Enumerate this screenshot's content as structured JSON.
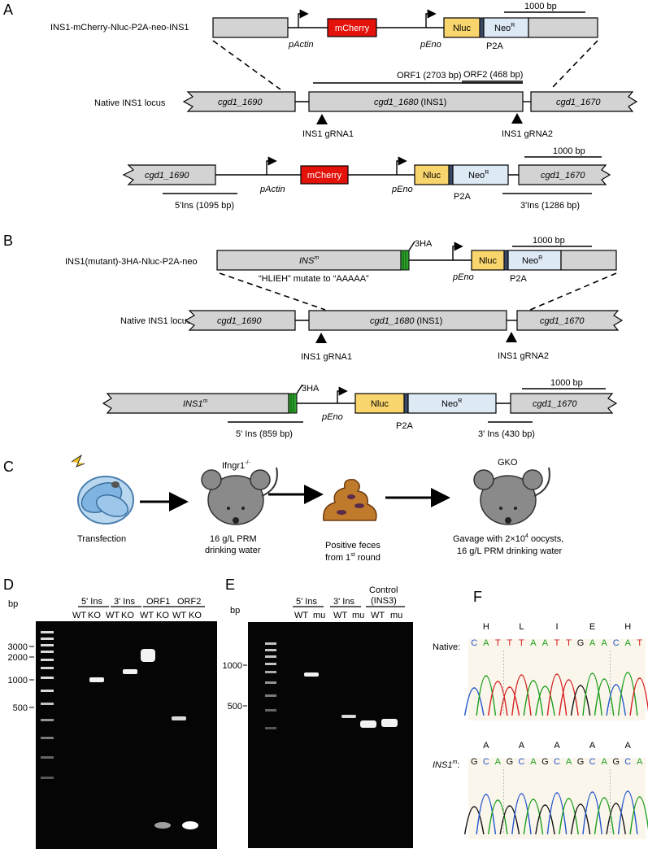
{
  "panels": {
    "a": "A",
    "b": "B",
    "c": "C",
    "d": "D",
    "e": "E",
    "f": "F"
  },
  "a": {
    "construct_label": "INS1-mCherry-Nluc-P2A-neo-INS1",
    "native_label": "Native INS1 locus",
    "mcherry": "mCherry",
    "nluc": "Nluc",
    "neo": "Neo",
    "neo_sup": "R",
    "pactin": "pActin",
    "peno": "pEno",
    "p2a": "P2A",
    "scale": "1000 bp",
    "orf1": "ORF1 (2703 bp)",
    "orf2": "ORF2 (468 bp)",
    "gene_left": "cgd1_1690",
    "gene_mid_italic": "cgd1_1680",
    "gene_mid_rest": " (INS1)",
    "gene_right": "cgd1_1670",
    "grna1": "INS1 gRNA1",
    "grna2": "INS1 gRNA2",
    "ins5": "5'Ins (1095 bp)",
    "ins3": "3'Ins (1286 bp)"
  },
  "b": {
    "construct_label": "INS1(mutant)-3HA-Nluc-P2A-neo",
    "insm": "INS",
    "insm_sup": "m",
    "mutate": "“HLIEH” mutate to “AAAAA”",
    "ha": "3HA",
    "nluc": "Nluc",
    "neo": "Neo",
    "neo_sup": "R",
    "peno": "pEno",
    "p2a": "P2A",
    "scale": "1000 bp",
    "native_label": "Native INS1 locus",
    "gene_left": "cgd1_1690",
    "gene_mid_italic": "cgd1_1680",
    "gene_mid_rest": " (INS1)",
    "gene_right": "cgd1_1670",
    "grna1": "INS1 gRNA1",
    "grna2": "INS1 gRNA2",
    "ins1m": "INS1",
    "ins1m_sup": "m",
    "ins5": "5' Ins (859 bp)",
    "ins3": "3' Ins (430 bp)"
  },
  "c": {
    "transfection": "Transfection",
    "mouse1_title": "Ifngr1",
    "mouse1_sup": "-/-",
    "mouse1_line1": "16 g/L PRM",
    "mouse1_line2": "drinking water",
    "feces_line1": "Positive feces",
    "feces_line2": "from 1",
    "feces_sup": "st",
    "feces_line2_end": " round",
    "mouse2_title": "GKO",
    "mouse2_line1": "Gavage with 2×10",
    "mouse2_sup": "4",
    "mouse2_line1_end": " oocysts,",
    "mouse2_line2": "16 g/L PRM drinking water"
  },
  "d": {
    "bp": "bp",
    "groups": [
      "5' Ins",
      "3' Ins",
      "ORF1",
      "ORF2"
    ],
    "lanes": [
      "WT",
      "KO",
      "WT",
      "KO",
      "WT",
      "KO",
      "WT",
      "KO"
    ],
    "ticks": [
      "3000",
      "2000",
      "1000",
      "500"
    ]
  },
  "e": {
    "bp": "bp",
    "groups": [
      "5' Ins",
      "3' Ins",
      "Control",
      "(INS3)"
    ],
    "lanes": [
      "WT",
      "mu",
      "WT",
      "mu",
      "WT",
      "mu"
    ],
    "ticks": [
      "1000",
      "500"
    ]
  },
  "f": {
    "native": "Native:",
    "native_aa": [
      "H",
      "L",
      "I",
      "E",
      "H"
    ],
    "native_seq": [
      "C",
      "A",
      "T",
      "T",
      "T",
      "A",
      "A",
      "T",
      "T",
      "G",
      "A",
      "A",
      "C",
      "A",
      "T"
    ],
    "mutant": "INS1",
    "mutant_sup": "m",
    "mutant_colon": ":",
    "mutant_aa": [
      "A",
      "A",
      "A",
      "A",
      "A"
    ],
    "mutant_seq": [
      "G",
      "C",
      "A",
      "G",
      "C",
      "A",
      "G",
      "C",
      "A",
      "G",
      "C",
      "A",
      "G",
      "C",
      "A"
    ],
    "base_colors": {
      "A": "#1a9e1a",
      "C": "#2255cc",
      "G": "#111111",
      "T": "#d42020"
    }
  }
}
